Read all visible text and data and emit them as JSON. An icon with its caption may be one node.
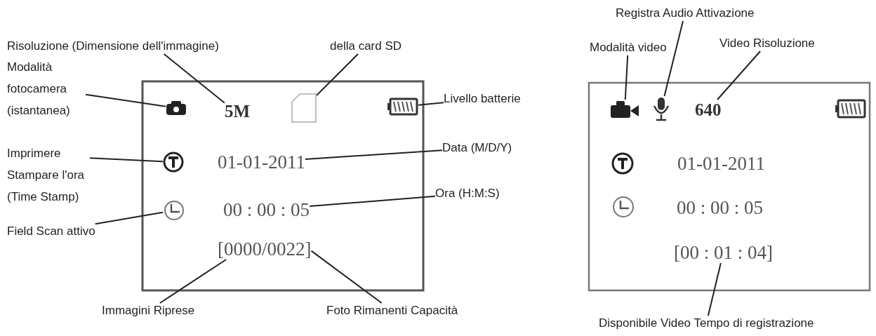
{
  "diagram": {
    "nodes": [
      {
        "text": [
          "Registra Audio Attivazione"
        ]
      },
      {
        "text": [
          "Risoluzione (Dimensione dell'immagine)"
        ]
      },
      {
        "text": [
          "della card SD"
        ]
      },
      {
        "text": [
          "Modalità video"
        ]
      },
      {
        "text": [
          "Video Risoluzione"
        ]
      },
      {
        "text": [
          "Modalità fotocamera (istantanea)"
        ]
      },
      {
        "text": [],
        "shape": "camera"
      },
      {
        "text": [
          "5M"
        ]
      },
      {
        "text": [],
        "shape": "card"
      },
      {
        "text": [],
        "shape": "battery"
      },
      {
        "text": [
          "Livello batterie"
        ]
      },
      {
        "text": [],
        "shape": "camera"
      },
      {
        "text": [],
        "shape": "microphone"
      },
      {
        "text": [
          "640"
        ]
      },
      {
        "text": [
          "Imprimere Stampare l'ora (Time Stamp)"
        ]
      },
      {
        "text": [],
        "shape": "circle"
      },
      {
        "text": [
          "01-01-2011"
        ]
      },
      {
        "text": [
          "Data (M/D/Y)"
        ]
      },
      {
        "text": [],
        "shape": "clock"
      },
      {
        "text": [
          "00 : 00 : 05"
        ]
      },
      {
        "text": [
          "Ora (H:M:S)"
        ]
      },
      {
        "text": [
          "Field Scan attivo"
        ]
      },
      {
        "text": [
          "[0000/0022]"
        ]
      },
      {
        "text": [
          "[00 : 01 : 04]"
        ]
      },
      {
        "text": [
          "Immagini Riprese"
        ]
      },
      {
        "text": [
          "Foto Rimanenti Capacità"
        ]
      },
      {
        "text": [
          "Disponibile Video Tempo di registrazione"
        ]
      }
    ],
    "edges": [
      {
        "from": 1,
        "to": 7,
        "arrow": "none"
      },
      {
        "from": 2,
        "to": 8,
        "arrow": "none"
      },
      {
        "from": 3,
        "to": 11,
        "arrow": "none"
      },
      {
        "from": 0,
        "to": 12,
        "arrow": "none"
      },
      {
        "from": 4,
        "to": 13,
        "arrow": "none"
      },
      {
        "from": 5,
        "to": 6,
        "arrow": "none"
      },
      {
        "from": 10,
        "to": 9,
        "arrow": "none"
      },
      {
        "from": 14,
        "to": 15,
        "arrow": "none"
      },
      {
        "from": 17,
        "to": 16,
        "arrow": "none"
      },
      {
        "from": 20,
        "to": 19,
        "arrow": "none"
      },
      {
        "from": 21,
        "to": 18,
        "arrow": "none"
      },
      {
        "from": 24,
        "to": 22,
        "arrow": "none"
      },
      {
        "from": 25,
        "to": 22,
        "arrow": "none"
      },
      {
        "from": 26,
        "to": 23,
        "arrow": "none"
      }
    ],
    "labels": [
      "01-01-2011",
      "00 : 00 : 05"
    ]
  }
}
